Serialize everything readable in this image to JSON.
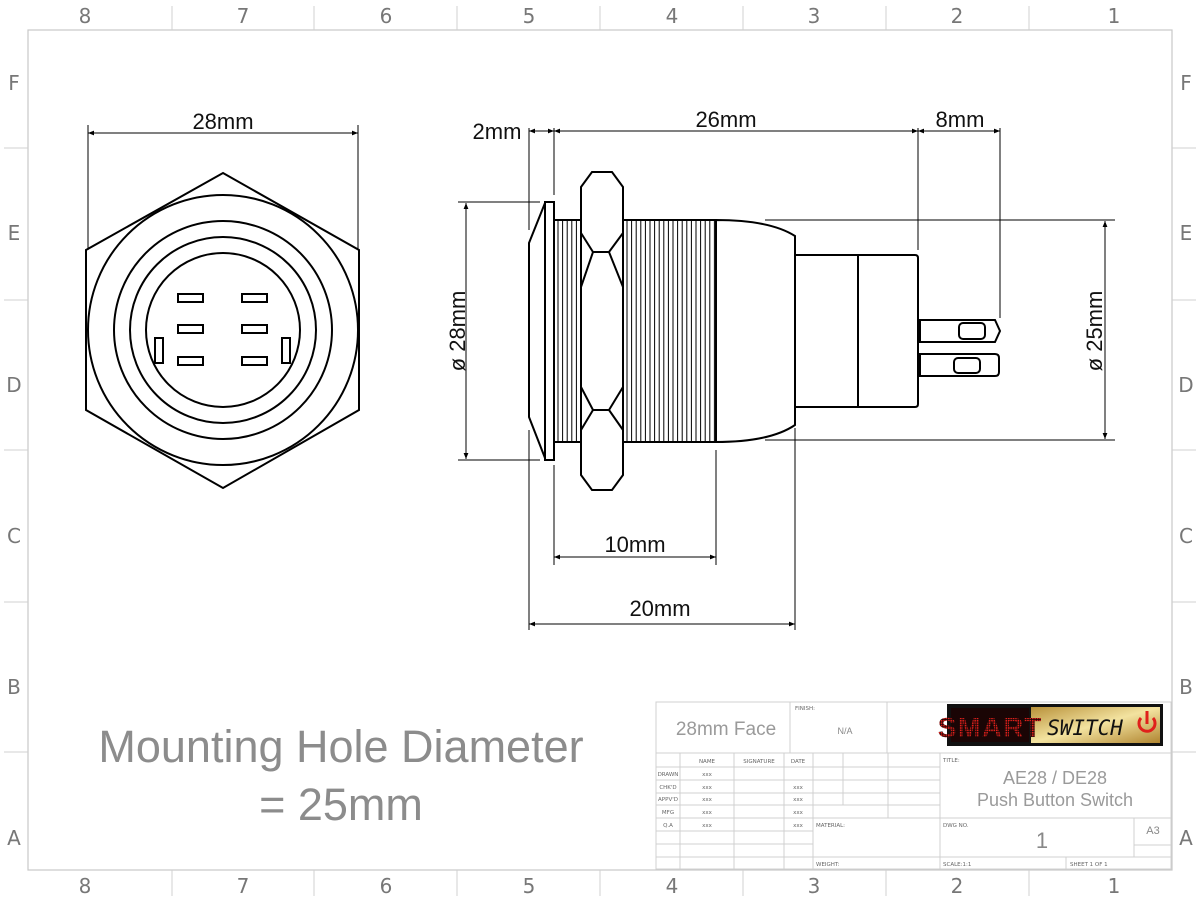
{
  "zones": {
    "columns": [
      "8",
      "7",
      "6",
      "5",
      "4",
      "3",
      "2",
      "1"
    ],
    "rows": [
      "F",
      "E",
      "D",
      "C",
      "B",
      "A"
    ]
  },
  "dimensions": {
    "face_width": "28mm",
    "bezel_thickness": "2mm",
    "body_length": "26mm",
    "terminal_length": "8mm",
    "bezel_diameter": "ø 28mm",
    "body_diameter": "ø 25mm",
    "thread_length": "10mm",
    "overall_length": "20mm"
  },
  "note": {
    "line1": "Mounting Hole Diameter",
    "line2": "= 25mm"
  },
  "title_block": {
    "face": "28mm Face",
    "finish_label": "FINISH:",
    "finish_value": "N/A",
    "headers": {
      "name": "NAME",
      "signature": "SIGNATURE",
      "date": "DATE"
    },
    "rows": [
      {
        "role": "DRAWN",
        "name": "xxx",
        "date": ""
      },
      {
        "role": "CHK'D",
        "name": "xxx",
        "date": "xxx"
      },
      {
        "role": "APPV'D",
        "name": "xxx",
        "date": "xxx"
      },
      {
        "role": "MFG",
        "name": "xxx",
        "date": "xxx"
      },
      {
        "role": "Q.A",
        "name": "xxx",
        "date": "xxx"
      }
    ],
    "title_label": "TITLE:",
    "title_line1": "AE28 / DE28",
    "title_line2": "Push Button Switch",
    "material_label": "MATERIAL:",
    "dwg_label": "DWG NO.",
    "dwg_no": "1",
    "size": "A3",
    "weight_label": "WEIGHT:",
    "scale": "SCALE:1:1",
    "sheet": "SHEET 1 OF 1",
    "logo": {
      "word1": "SMART",
      "word2": "SWITCH",
      "red": "#e0201b",
      "gold": "#c9a64a"
    }
  }
}
